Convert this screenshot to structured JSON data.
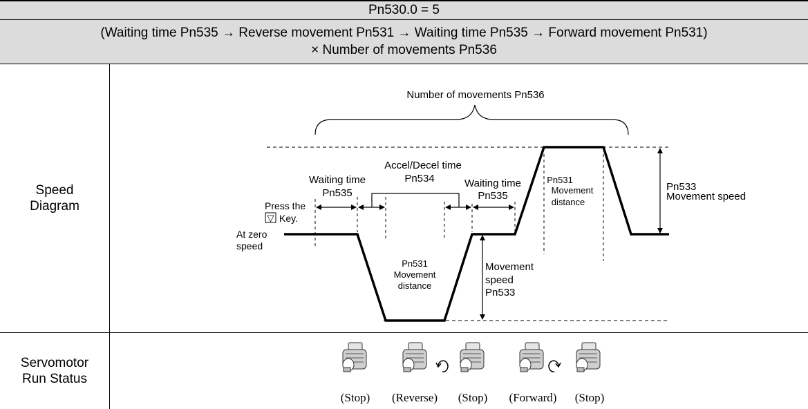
{
  "header": {
    "mode": "Pn530.0 = 5",
    "sequence_line1": "(Waiting time Pn535 → Reverse movement Pn531 → Waiting time Pn535 → Forward movement Pn531)",
    "sequence_line2": "× Number of movements Pn536"
  },
  "rows": {
    "speed_label_1": "Speed",
    "speed_label_2": "Diagram",
    "status_label_1": "Servomotor",
    "status_label_2": "Run Status"
  },
  "diagram": {
    "movements_label": "Number of movements Pn536",
    "waiting_time_1": "Waiting time",
    "waiting_param_1": "Pn535",
    "accel_line1": "Accel/Decel time",
    "accel_line2": "Pn534",
    "waiting_time_2": "Waiting time",
    "waiting_param_2": "Pn535",
    "press_line1": "Press the",
    "press_key_symbol": "▽",
    "press_line2": "Key.",
    "zero_line1": "At zero",
    "zero_line2": "speed",
    "rev_dist_1": "Pn531",
    "rev_dist_2": "Movement",
    "rev_dist_3": "distance",
    "fwd_dist_1": "Pn531",
    "fwd_dist_2": "Movement",
    "fwd_dist_3": "distance",
    "move_speed_1": "Movement",
    "move_speed_2": "speed",
    "move_speed_3": "Pn533",
    "right_speed_1": "Pn533",
    "right_speed_2": "Movement speed"
  },
  "status": {
    "states": [
      "(Stop)",
      "(Reverse)",
      "(Stop)",
      "(Forward)",
      "(Stop)"
    ],
    "icon_names": [
      "servomotor-icon",
      "servomotor-icon",
      "servomotor-icon",
      "servomotor-icon",
      "servomotor-icon"
    ]
  }
}
